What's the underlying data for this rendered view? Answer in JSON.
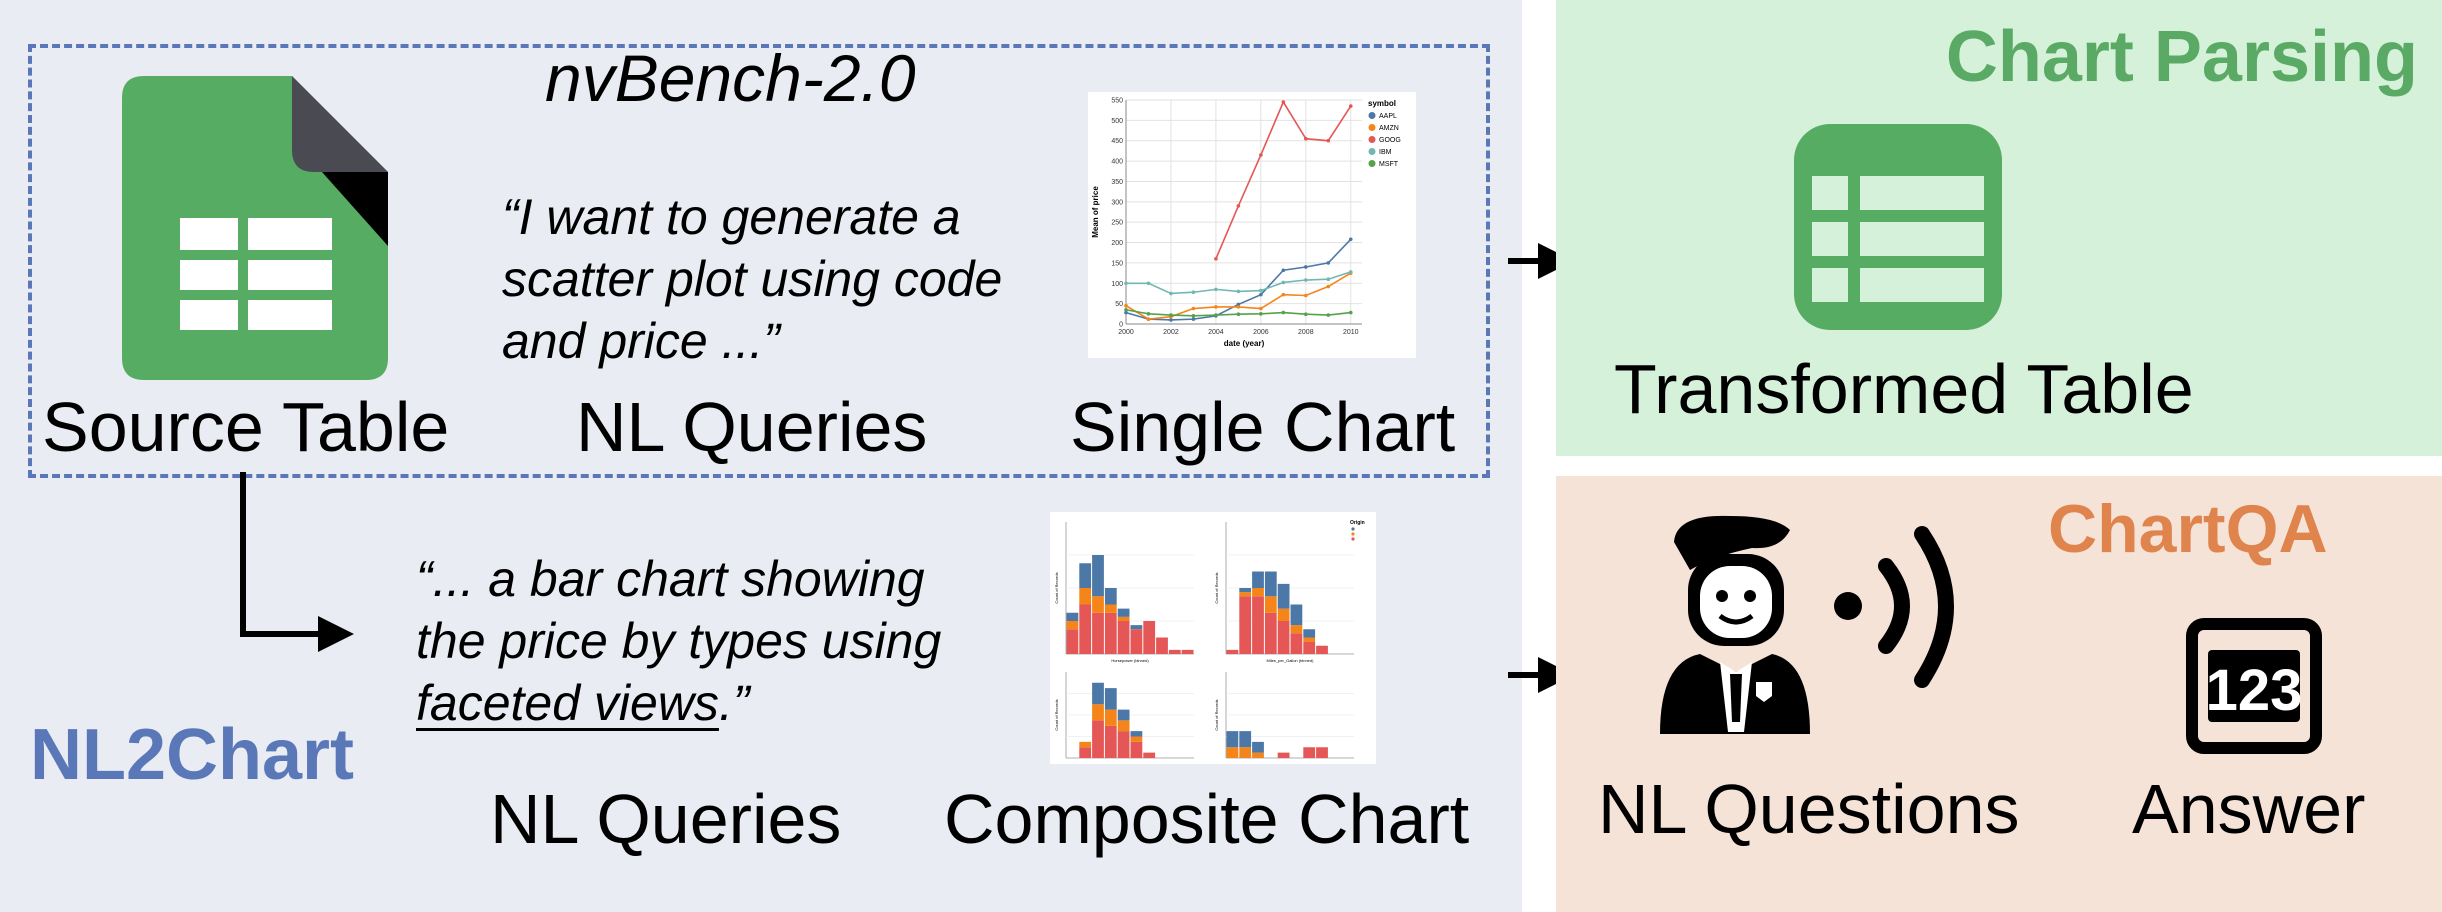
{
  "benchmark": {
    "title": "nvBench-2.0",
    "source_label": "Source Table",
    "queries_label": "NL Queries",
    "single_chart_label": "Single Chart",
    "query_single": [
      "“I want to generate a",
      "scatter plot using code",
      "and price ...”"
    ],
    "query_composite_lines": [
      "“... a bar chart showing",
      "the price by types using"
    ],
    "query_composite_underlined": "faceted views",
    "query_composite_end": ".”",
    "composite_queries_label": "NL Queries",
    "composite_chart_label": "Composite Chart",
    "task_label": "NL2Chart"
  },
  "chart_parsing": {
    "title": "Chart Parsing",
    "table_label": "Transformed Table"
  },
  "chartqa": {
    "title": "ChartQA",
    "questions_label": "NL Questions",
    "answer_label": "Answer",
    "answer_icon_text": "123"
  },
  "icons": [
    "spreadsheet-icon",
    "table-icon",
    "speaker-person-icon",
    "number-box-icon",
    "arrow-right-icon"
  ],
  "colors": {
    "nl2chart": "#5a78b8",
    "chart_parsing": "#5aaa65",
    "chartqa": "#e0844e",
    "sheet_green": "#56ac62"
  },
  "chart_data": [
    {
      "type": "line",
      "ylabel": "Mean of price",
      "xlabel": "date (year)",
      "x_ticks": [
        "2000",
        "2002",
        "2004",
        "2006",
        "2008",
        "2010"
      ],
      "y_ticks": [
        "0",
        "50",
        "100",
        "150",
        "200",
        "250",
        "300",
        "350",
        "400",
        "450",
        "500",
        "550"
      ],
      "ylim": [
        0,
        550
      ],
      "xlim": [
        2000,
        2010.5
      ],
      "legend_title": "symbol",
      "legend_position": "top-right",
      "grid": true,
      "series": [
        {
          "name": "AAPL",
          "color": "#4c78a8",
          "x": [
            2000,
            2001,
            2002,
            2003,
            2004,
            2005,
            2006,
            2007,
            2008,
            2009,
            2010
          ],
          "values": [
            28,
            12,
            10,
            12,
            20,
            48,
            72,
            132,
            140,
            150,
            208
          ]
        },
        {
          "name": "AMZN",
          "color": "#f58518",
          "x": [
            2000,
            2001,
            2002,
            2003,
            2004,
            2005,
            2006,
            2007,
            2008,
            2009,
            2010
          ],
          "values": [
            45,
            12,
            18,
            38,
            42,
            42,
            38,
            72,
            70,
            92,
            125
          ]
        },
        {
          "name": "GOOG",
          "color": "#e45756",
          "x": [
            2004,
            2005,
            2006,
            2007,
            2008,
            2009,
            2010
          ],
          "values": [
            160,
            290,
            415,
            545,
            455,
            450,
            535
          ]
        },
        {
          "name": "IBM",
          "color": "#72b7b2",
          "x": [
            2000,
            2001,
            2002,
            2003,
            2004,
            2005,
            2006,
            2007,
            2008,
            2009,
            2010
          ],
          "values": [
            100,
            100,
            75,
            78,
            85,
            80,
            82,
            102,
            108,
            110,
            128
          ]
        },
        {
          "name": "MSFT",
          "color": "#54a24b",
          "x": [
            2000,
            2001,
            2002,
            2003,
            2004,
            2005,
            2006,
            2007,
            2008,
            2009,
            2010
          ],
          "values": [
            35,
            25,
            22,
            20,
            22,
            24,
            25,
            28,
            24,
            22,
            28
          ]
        }
      ]
    },
    {
      "type": "bar",
      "layout": "faceted-2x2",
      "stacked": true,
      "legend_title": "Origin",
      "legend_position": "top-right",
      "series_colors": [
        "#4c78a8",
        "#f58518",
        "#e45756"
      ],
      "panels": [
        {
          "xlabel": "Horsepower (binned)",
          "ylabel": "Count of Records",
          "values": [
            [
              2,
              6,
              10,
              4,
              2,
              1,
              0,
              0,
              0,
              0
            ],
            [
              2,
              4,
              4,
              2,
              1,
              0,
              0,
              0,
              0,
              0
            ],
            [
              6,
              12,
              10,
              10,
              8,
              6,
              8,
              4,
              1,
              1
            ]
          ]
        },
        {
          "xlabel": "Miles_per_Gallon (binned)",
          "ylabel": "Count of Records",
          "values": [
            [
              0,
              1,
              4,
              6,
              6,
              5,
              2,
              0,
              0,
              0
            ],
            [
              0,
              1,
              2,
              4,
              3,
              2,
              1,
              0,
              0,
              0
            ],
            [
              1,
              14,
              14,
              10,
              8,
              5,
              3,
              2,
              0,
              0
            ]
          ]
        },
        {
          "xlabel": "",
          "ylabel": "Count of Records",
          "values": [
            [
              0,
              0,
              4,
              4,
              2,
              1,
              0,
              0,
              0,
              0
            ],
            [
              0,
              1,
              3,
              3,
              2,
              1,
              0,
              0,
              0,
              0
            ],
            [
              0,
              2,
              7,
              6,
              5,
              3,
              1,
              0,
              0,
              0
            ]
          ]
        },
        {
          "xlabel": "",
          "ylabel": "Count of Records",
          "values": [
            [
              3,
              3,
              2,
              0,
              0,
              0,
              0,
              0,
              0,
              0
            ],
            [
              2,
              2,
              1,
              0,
              0,
              0,
              0,
              0,
              0,
              0
            ],
            [
              0,
              0,
              0,
              0,
              1,
              0,
              2,
              2,
              0,
              0
            ]
          ]
        }
      ]
    }
  ]
}
